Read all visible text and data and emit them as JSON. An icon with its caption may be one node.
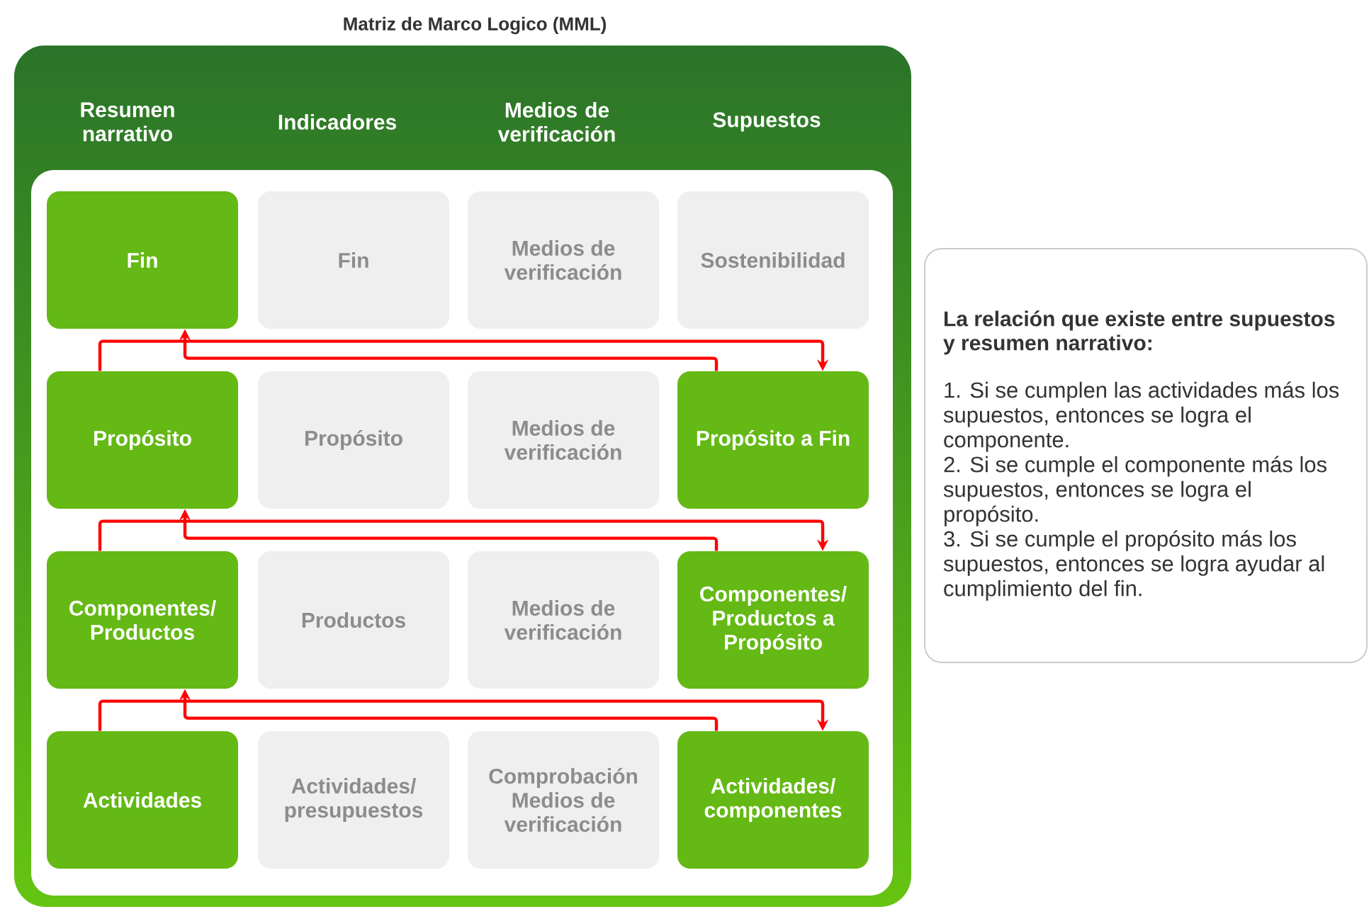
{
  "diagram": {
    "title": "Matriz de Marco Logico (MML)",
    "nodes": [
      {
        "text": [
          "Fin"
        ]
      },
      {
        "text": [
          "Fin"
        ]
      },
      {
        "text": [
          "Medios de verificación"
        ]
      },
      {
        "text": [
          "Sostenibilidad"
        ]
      },
      {
        "text": [
          "Propósito"
        ]
      },
      {
        "text": [
          "Propósito"
        ]
      },
      {
        "text": [
          "Medios de verificación"
        ]
      },
      {
        "text": [
          "Propósito a Fin"
        ]
      },
      {
        "text": [
          "Componentes/ Productos"
        ]
      },
      {
        "text": [
          "Productos"
        ]
      },
      {
        "text": [
          "Medios de verificación"
        ]
      },
      {
        "text": [
          "Componentes/ Productos a Propósito"
        ]
      },
      {
        "text": [
          "Actividades"
        ]
      },
      {
        "text": [
          "Actividades/ presupuestos"
        ]
      },
      {
        "text": [
          "Comprobación Medios de verificación"
        ]
      },
      {
        "text": [
          "Actividades/ componentes"
        ]
      },
      {
        "text": [
          "La relación que existe entre supuestos y resumen narrativo:",
          "1. Si se cumplen las actividades más los supuestos, entonces se logra el componente.",
          "2. Si se cumple el componente más los supuestos, entonces se logra el propósito.",
          "3. Si se cumple el propósito más los supuestos, entonces se logra ayudar al cumplimiento del fin."
        ]
      }
    ],
    "edges": [
      {
        "from": 7,
        "to": 0,
        "arrow": "to"
      },
      {
        "from": 4,
        "to": 7,
        "arrow": "to"
      },
      {
        "from": 11,
        "to": 4,
        "arrow": "to"
      },
      {
        "from": 8,
        "to": 11,
        "arrow": "to"
      },
      {
        "from": 15,
        "to": 8,
        "arrow": "to"
      },
      {
        "from": 12,
        "to": 15,
        "arrow": "to"
      }
    ],
    "labels": [
      "Resumen narrativo",
      "Indicadores",
      "Medios de verificación",
      "Supuestos"
    ]
  }
}
